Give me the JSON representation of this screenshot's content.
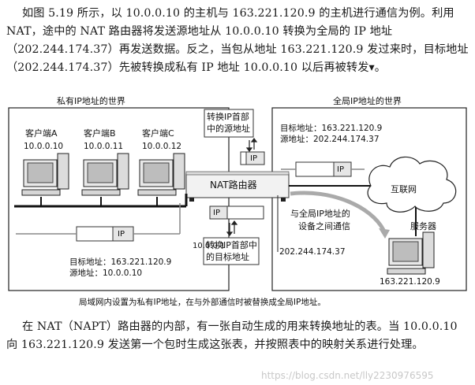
{
  "paragraphs": {
    "intro": "如图 5.19 所示，以 10.0.0.10 的主机与 163.221.120.9 的主机进行通信为例。利用 NAT，途中的 NAT 路由器将发送源地址从 10.0.0.10 转换为全局的 IP 地址（202.244.174.37）再发送数据。反之，当包从地址 163.221.120.9 发过来时，目标地址（202.244.174.37）先被转换成私有 IP 地址 10.0.0.10 以后再被转发▾。",
    "after": "在 NAT（NAPT）路由器的内部，有一张自动生成的用来转换地址的表。当 10.0.0.10 向 163.221.120.9 发送第一个包时生成这张表，并按照表中的映射关系进行处理。"
  },
  "diagram": {
    "private_world_title": "私有IP地址的世界",
    "global_world_title": "全局IP地址的世界",
    "clients": [
      {
        "name": "客户端A",
        "ip": "10.0.0.10"
      },
      {
        "name": "客户端B",
        "ip": "10.0.0.11"
      },
      {
        "name": "客户端C",
        "ip": "10.0.0.12"
      }
    ],
    "router_label": "NAT路由器",
    "router_inner_ip": "10.0.0.1",
    "router_outer_ip": "202.244.174.37",
    "packet_ip_label": "IP",
    "callout_src": [
      "转换IP首部",
      "中的源地址"
    ],
    "callout_dst": [
      "转换IP首部中",
      "的目标地址"
    ],
    "global_packet_info": [
      "目标地址：163.221.120.9",
      "源地址：202.244.174.37"
    ],
    "private_packet_info": [
      "目标地址：163.221.120.9",
      "源地址：10.0.0.10"
    ],
    "internet_label": "互联网",
    "communication_note": [
      "与全局IP地址的",
      "设备之间通信"
    ],
    "server_label": "服务器",
    "server_ip": "163.221.120.9",
    "caption": "局域网内设置为私有IP地址，在与外部通信时被替换成全局IP地址。"
  },
  "watermark": "https://blog.csdn.net/lly2230976595"
}
